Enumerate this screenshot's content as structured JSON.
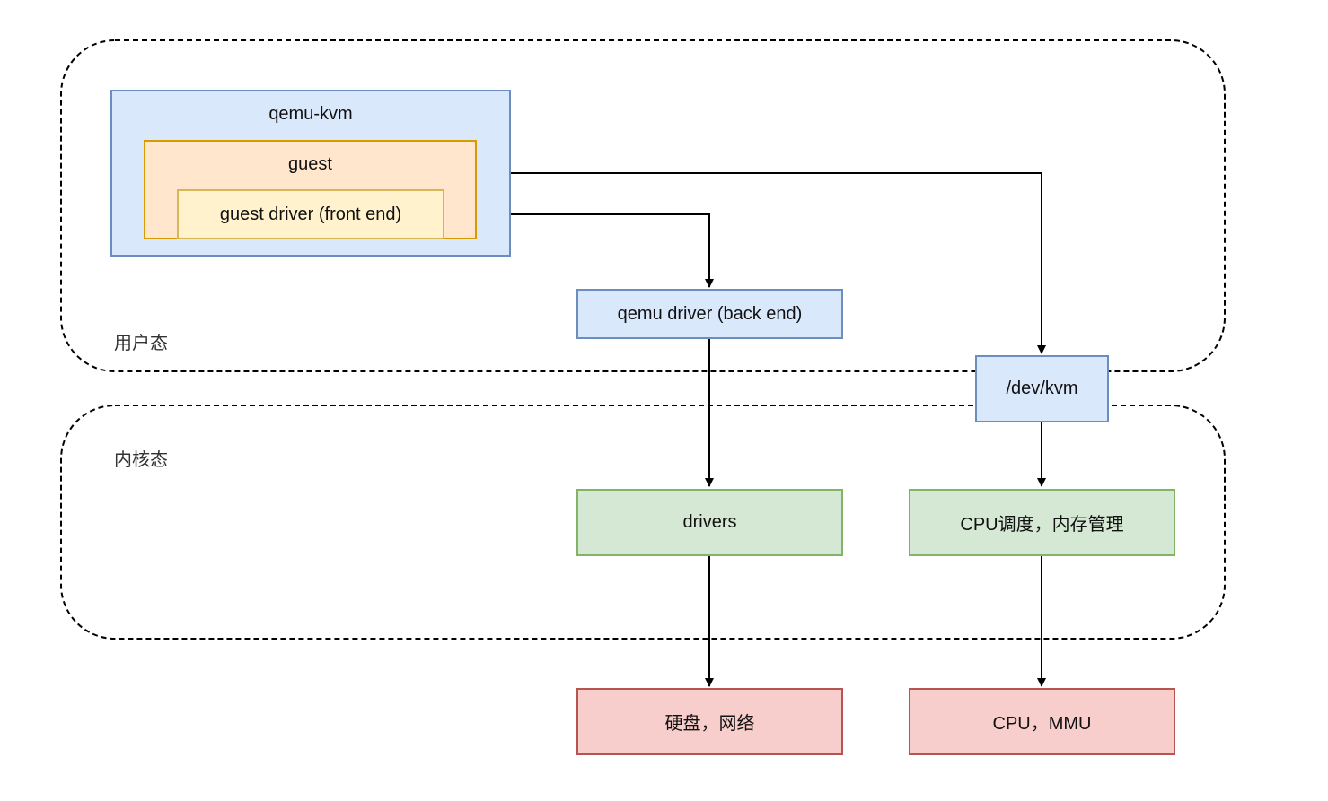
{
  "regions": {
    "user_space_label": "用户态",
    "kernel_space_label": "内核态"
  },
  "nodes": {
    "qemu_kvm": "qemu-kvm",
    "guest": "guest",
    "guest_driver": "guest driver (front end)",
    "qemu_driver": "qemu driver (back end)",
    "dev_kvm": "/dev/kvm",
    "drivers": "drivers",
    "cpu_sched": "CPU调度，内存管理",
    "disk_net": "硬盘，网络",
    "cpu_mmu": "CPU，MMU"
  },
  "colors": {
    "blue_fill": "#dae8fc",
    "blue_stroke": "#6c8ebf",
    "orange_fill": "#ffe6cc",
    "orange_stroke": "#d79b00",
    "yellow_fill": "#fff2cc",
    "yellow_stroke": "#d6b656",
    "green_fill": "#d5e8d4",
    "green_stroke": "#82b366",
    "red_fill": "#f8cecc",
    "red_stroke": "#b85450"
  }
}
